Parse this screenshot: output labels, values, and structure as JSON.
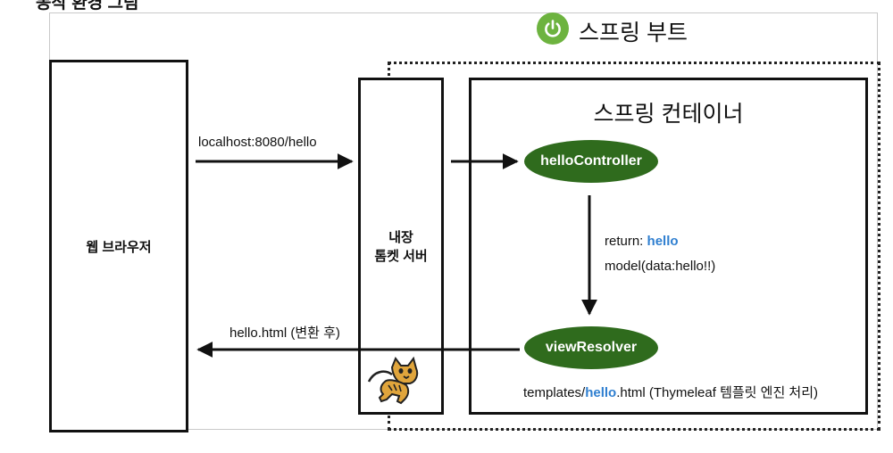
{
  "title": "동작 환경 그림",
  "spring_boot": {
    "label": "스프링 부트",
    "logo_color": "#6db33f",
    "icon": "power-icon"
  },
  "browser": {
    "label": "웹 브라우저"
  },
  "tomcat": {
    "label_line1": "내장",
    "label_line2": "톰켓 서버",
    "icon": "tomcat-cat-icon"
  },
  "container": {
    "title": "스프링 컨테이너"
  },
  "beans": {
    "controller": "helloController",
    "resolver": "viewResolver",
    "color": "#2f6b1d"
  },
  "edges": {
    "request": "localhost:8080/hello",
    "response": "hello.html (변환 후)",
    "return_prefix": "return: ",
    "return_value": "hello",
    "model": "model(data:hello!!)",
    "template_prefix": "templates/",
    "template_highlight": "hello",
    "template_suffix": ".html (Thymeleaf 템플릿 엔진 처리)"
  },
  "highlight_color": "#2f7fd0"
}
